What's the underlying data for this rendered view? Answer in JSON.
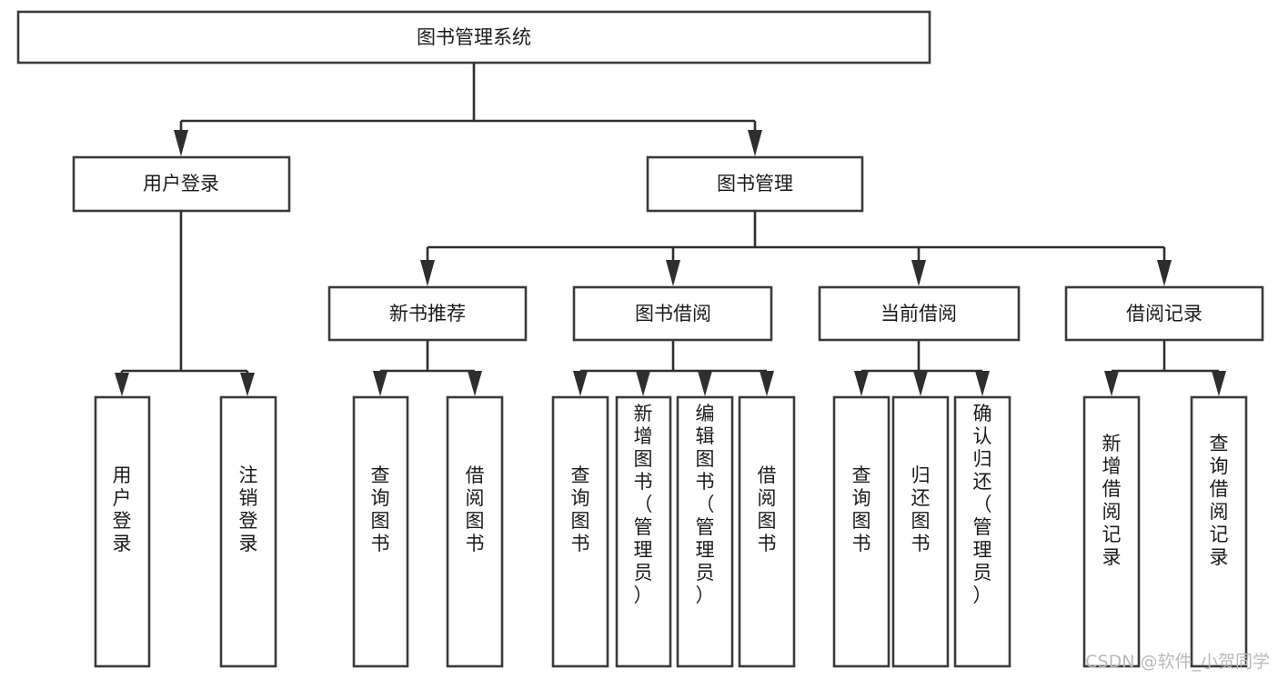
{
  "diagram": {
    "title": "图书管理系统",
    "type": "tree-hierarchy",
    "root": {
      "id": "root",
      "label": "图书管理系统",
      "orientation": "horizontal"
    },
    "level2": [
      {
        "id": "user-login",
        "label": "用户登录",
        "orientation": "horizontal"
      },
      {
        "id": "book-management",
        "label": "图书管理",
        "orientation": "horizontal"
      }
    ],
    "level3": [
      {
        "id": "new-book-recommend",
        "label": "新书推荐",
        "orientation": "horizontal",
        "parent": "book-management"
      },
      {
        "id": "book-borrow",
        "label": "图书借阅",
        "orientation": "horizontal",
        "parent": "book-management"
      },
      {
        "id": "current-borrow",
        "label": "当前借阅",
        "orientation": "horizontal",
        "parent": "book-management"
      },
      {
        "id": "borrow-record",
        "label": "借阅记录",
        "orientation": "horizontal",
        "parent": "book-management"
      }
    ],
    "leaves": [
      {
        "id": "leaf-user-login",
        "label": "用户登录",
        "orientation": "vertical",
        "parent": "user-login"
      },
      {
        "id": "leaf-user-logout",
        "label": "注销登录",
        "orientation": "vertical",
        "parent": "user-login"
      },
      {
        "id": "leaf-query-book-a",
        "label": "查询图书",
        "orientation": "vertical",
        "parent": "new-book-recommend"
      },
      {
        "id": "leaf-borrow-book-a",
        "label": "借阅图书",
        "orientation": "vertical",
        "parent": "new-book-recommend"
      },
      {
        "id": "leaf-query-book-b",
        "label": "查询图书",
        "orientation": "vertical",
        "parent": "book-borrow"
      },
      {
        "id": "leaf-add-book",
        "label": "新增图书（管理员）",
        "orientation": "vertical",
        "parent": "book-borrow"
      },
      {
        "id": "leaf-edit-book",
        "label": "编辑图书（管理员）",
        "orientation": "vertical",
        "parent": "book-borrow"
      },
      {
        "id": "leaf-borrow-book-b",
        "label": "借阅图书",
        "orientation": "vertical",
        "parent": "book-borrow"
      },
      {
        "id": "leaf-query-book-c",
        "label": "查询图书",
        "orientation": "vertical",
        "parent": "current-borrow"
      },
      {
        "id": "leaf-return-book",
        "label": "归还图书",
        "orientation": "vertical",
        "parent": "current-borrow"
      },
      {
        "id": "leaf-confirm-return",
        "label": "确认归还（管理员）",
        "orientation": "vertical",
        "parent": "current-borrow"
      },
      {
        "id": "leaf-add-record",
        "label": "新增借阅记录",
        "orientation": "vertical",
        "parent": "borrow-record"
      },
      {
        "id": "leaf-query-record",
        "label": "查询借阅记录",
        "orientation": "vertical",
        "parent": "borrow-record"
      }
    ]
  },
  "watermark": {
    "text": "CSDN @软件_小贺同学"
  },
  "colors": {
    "box_fill": "#ffffff",
    "box_stroke": "#3a3a3a",
    "connector": "#2e2e2e",
    "text": "#1a1a1a",
    "watermark": "#b9b9b9",
    "background": "#ffffff"
  }
}
